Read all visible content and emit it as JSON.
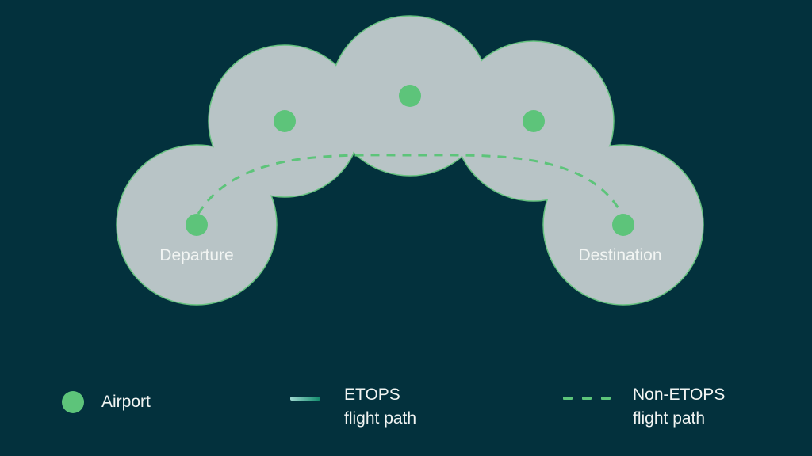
{
  "colors": {
    "background": "#03313d",
    "range_fill": "#b8c4c6",
    "range_stroke": "#67c380",
    "airport": "#5dc47a",
    "etops_path_start": "#9ed8d0",
    "etops_path_end": "#0f8a6a",
    "non_etops_path": "#5dc47a",
    "text": "#f2f5f3"
  },
  "airports": [
    {
      "name": "Departure",
      "role": "departure"
    },
    {
      "name": "",
      "role": "diversion"
    },
    {
      "name": "",
      "role": "diversion"
    },
    {
      "name": "",
      "role": "diversion"
    },
    {
      "name": "Destination",
      "role": "destination"
    }
  ],
  "labels": {
    "departure": "Departure",
    "destination": "Destination"
  },
  "legend": {
    "airport": {
      "label": "Airport",
      "icon": "circle"
    },
    "etops": {
      "line1": "ETOPS",
      "line2": "flight path",
      "icon": "solid-line"
    },
    "non_etops": {
      "line1": "Non-ETOPS",
      "line2": "flight path",
      "icon": "dashed-line"
    }
  }
}
